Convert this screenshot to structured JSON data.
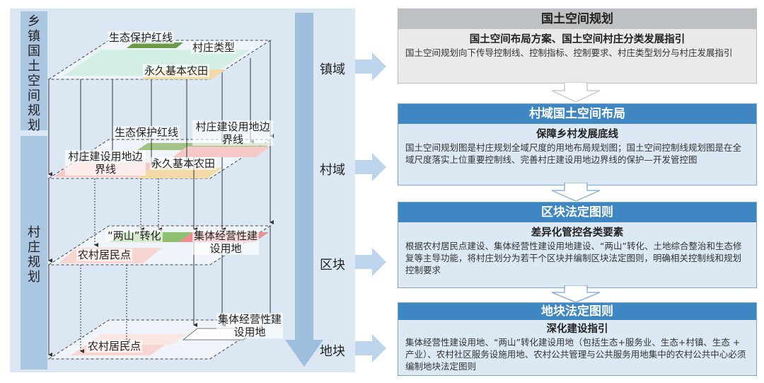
{
  "left": {
    "bar_top": "乡镇国土空间规划",
    "bar_bottom": "村庄规划",
    "plane1": {
      "eco": "生态保护红线",
      "village_type": "村庄类型",
      "farmland": "永久基本农田"
    },
    "plane2": {
      "eco": "生态保护红线",
      "boundary_right": "村庄建设用地边界线",
      "boundary_left": "村庄建设用地边界线",
      "farmland": "永久基本农田"
    },
    "plane3": {
      "lianshan": "“两山”转化",
      "collective": "集体经营性建设用地",
      "residential": "农村居民点"
    },
    "plane4": {
      "collective": "集体经营性建设用地",
      "residential": "农村居民点"
    },
    "scales": [
      "镇域",
      "村域",
      "区块",
      "地块"
    ]
  },
  "cards": [
    {
      "header": "国土空间规划",
      "sub": "国土空间布局方案、国土空间村庄分类发展指引",
      "body": "国土空间规划向下传导控制线、控制指标、控制要求、村庄类型划分与村庄发展指引"
    },
    {
      "header": "村域国土空间布局",
      "sub": "保障乡村发展底线",
      "body": "国土空间规划图是村庄规划全域尺度的用地布局规划图；国土空间控制线规划图是在全域尺度落实上位重要控制线、完善村庄建设用地边界线的保护—开发管控图"
    },
    {
      "header": "区块法定图则",
      "sub": "差异化管控各类要素",
      "body": "根据农村居民点建设、集体经营性建设用地建设、“两山”转化、土地综合整治和生态修复等主导功能，将村庄划分为若干个区块并编制区块法定图则，明确相关控制线和规划控制要求"
    },
    {
      "header": "地块法定图则",
      "sub": "深化建设指引",
      "body": "集体经营性建设用地、“两山”转化建设用地（包括生态+服务业、生态+村镇、生态 + 产业）、农村社区服务设施用地、农村公共管理与公共服务用地集中的农村公共中心必须编制地块法定图则"
    }
  ],
  "colors": {
    "panel": "#dbe8f4",
    "bar": "#aac6e0",
    "arrow": "#9dbedd",
    "card_header_blue": "#3f87c3",
    "card_header_gray": "#bfc2c4"
  }
}
